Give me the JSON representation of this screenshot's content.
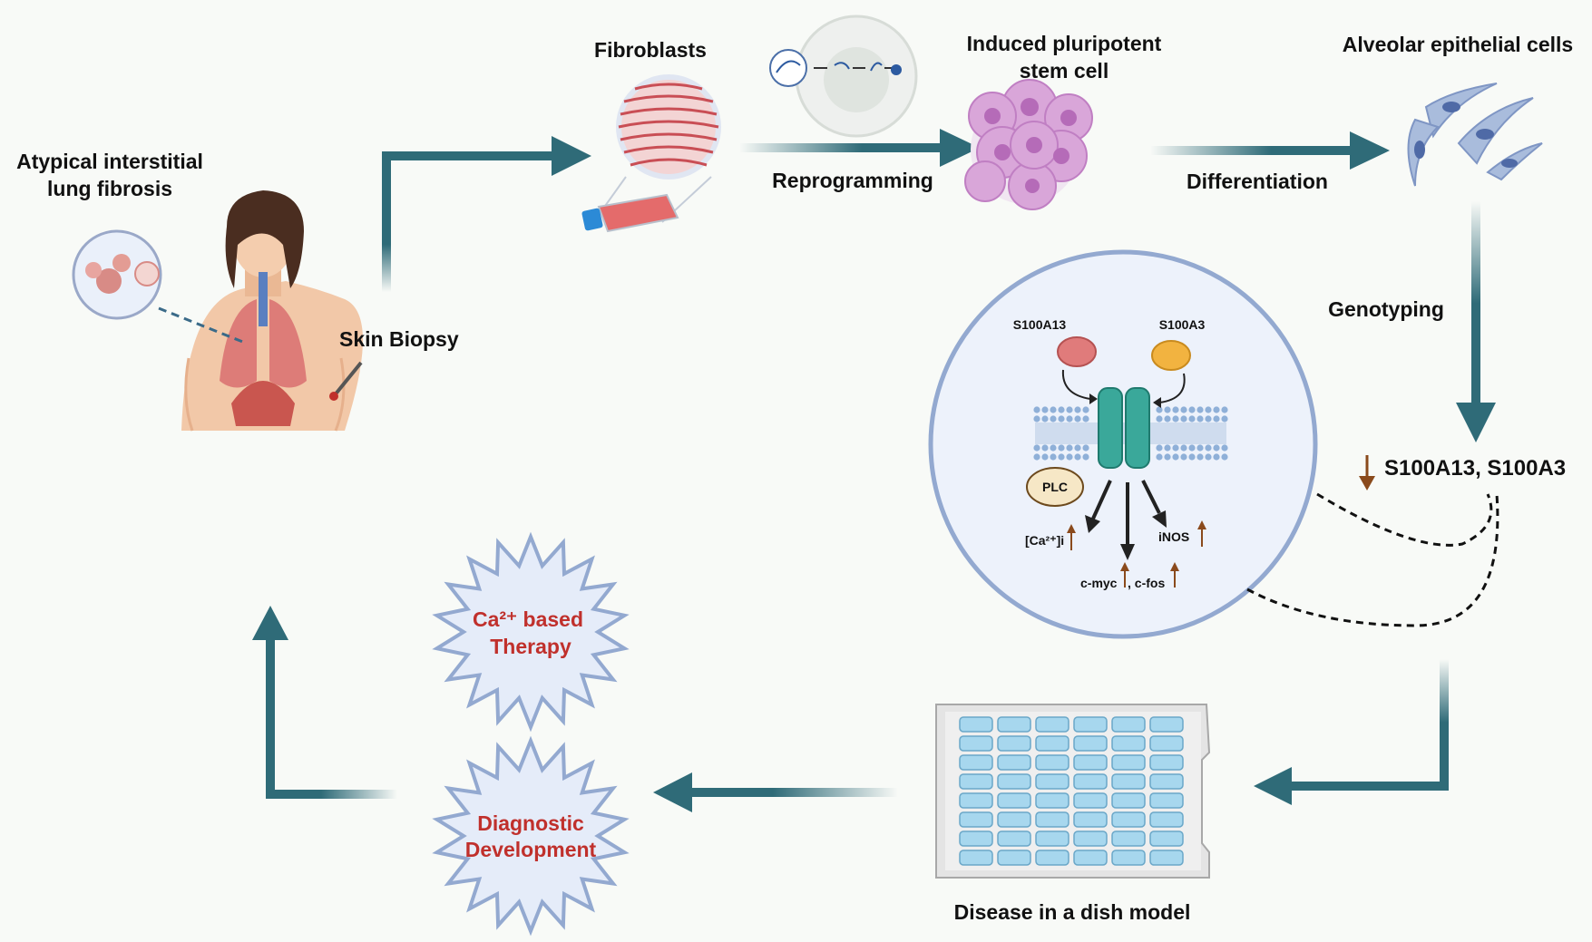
{
  "labels": {
    "patient": "Atypical interstitial lung fibrosis",
    "biopsy": "Skin Biopsy",
    "fibroblasts": "Fibroblasts",
    "reprogramming": "Reprogramming",
    "ipsc": "Induced pluripotent stem cell",
    "differentiation": "Differentiation",
    "alveolar": "Alveolar epithelial cells",
    "genotyping": "Genotyping",
    "genes": "S100A13, S100A3",
    "dish": "Disease in a dish model"
  },
  "pathway": {
    "s100a13": "S100A13",
    "s100a3": "S100A3",
    "plc": "PLC",
    "ca": "[Ca²⁺]i",
    "myc": "c-myc",
    "fos": ", c-fos",
    "inos": "iNOS"
  },
  "outcomes": {
    "therapy_line1": "Ca²⁺ based",
    "therapy_line2": "Therapy",
    "diag_line1": "Diagnostic",
    "diag_line2": "Development"
  },
  "colors": {
    "arrow": "#2f6b78",
    "outcome_text": "#c0302c",
    "down_arrow": "#8a4a1c",
    "channel": "#3aa89a",
    "s100a13": "#e07b7b",
    "s100a3": "#f2b340"
  },
  "icons": [
    "patient-icon",
    "lung-icon",
    "flask-icon",
    "virus-icon",
    "ipsc-cluster-icon",
    "alveolar-cell-icon",
    "membrane-channel-icon",
    "well-plate-icon",
    "starburst-icon",
    "down-arrow-icon",
    "up-arrow-icon"
  ]
}
